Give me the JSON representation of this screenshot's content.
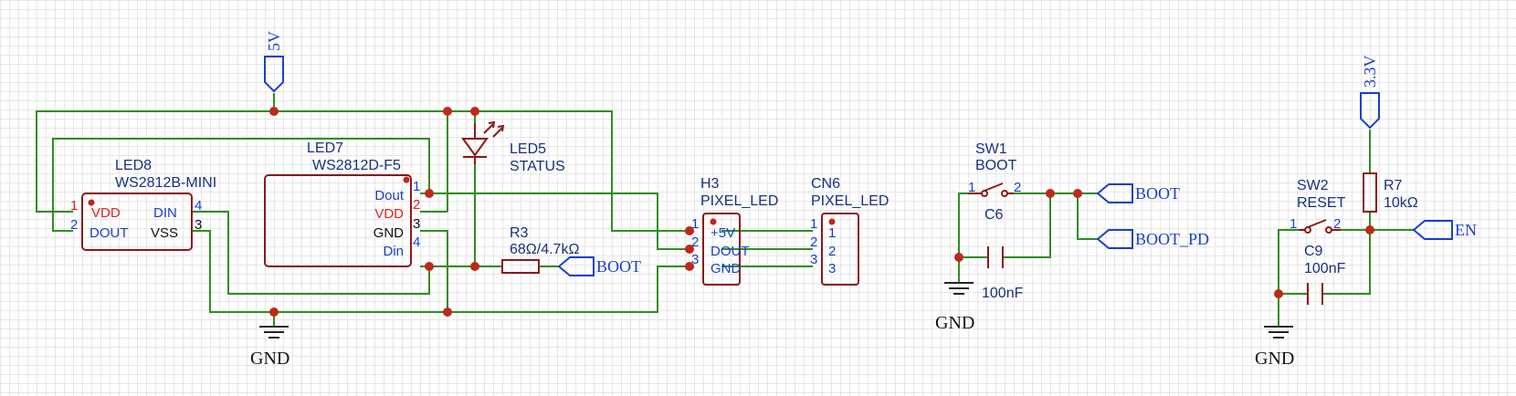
{
  "power": {
    "v5": "5V",
    "v33": "3.3V",
    "gnd": "GND"
  },
  "nets": {
    "boot": "BOOT",
    "boot_pd": "BOOT_PD",
    "en": "EN"
  },
  "led8": {
    "ref": "LED8",
    "value": "WS2812B-MINI",
    "pins": {
      "vdd": "VDD",
      "dout": "DOUT",
      "din": "DIN",
      "vss": "VSS"
    },
    "nums": {
      "p1": "1",
      "p2": "2",
      "p3": "3",
      "p4": "4"
    }
  },
  "led7": {
    "ref": "LED7",
    "value": "WS2812D-F5",
    "pins": {
      "dout": "Dout",
      "vdd": "VDD",
      "gnd": "GND",
      "din": "Din"
    },
    "nums": {
      "p1": "1",
      "p2": "2",
      "p3": "3",
      "p4": "4"
    }
  },
  "led5": {
    "ref": "LED5",
    "value": "STATUS"
  },
  "r3": {
    "ref": "R3",
    "value": "68Ω/4.7kΩ"
  },
  "h3": {
    "ref": "H3",
    "value": "PIXEL_LED",
    "pins": {
      "p1": "+5V",
      "p2": "DOUT",
      "p3": "GND"
    },
    "nums": {
      "p1": "1",
      "p2": "2",
      "p3": "3"
    }
  },
  "cn6": {
    "ref": "CN6",
    "value": "PIXEL_LED",
    "pins": {
      "p1": "1",
      "p2": "2",
      "p3": "3"
    },
    "nums": {
      "p1": "1",
      "p2": "2",
      "p3": "3"
    }
  },
  "sw1": {
    "ref": "SW1",
    "value": "BOOT",
    "nums": {
      "p1": "1",
      "p2": "2"
    }
  },
  "c6": {
    "ref": "C6",
    "value": "100nF"
  },
  "sw2": {
    "ref": "SW2",
    "value": "RESET",
    "nums": {
      "p1": "1",
      "p2": "2"
    }
  },
  "c9": {
    "ref": "C9",
    "value": "100nF"
  },
  "r7": {
    "ref": "R7",
    "value": "10kΩ"
  }
}
